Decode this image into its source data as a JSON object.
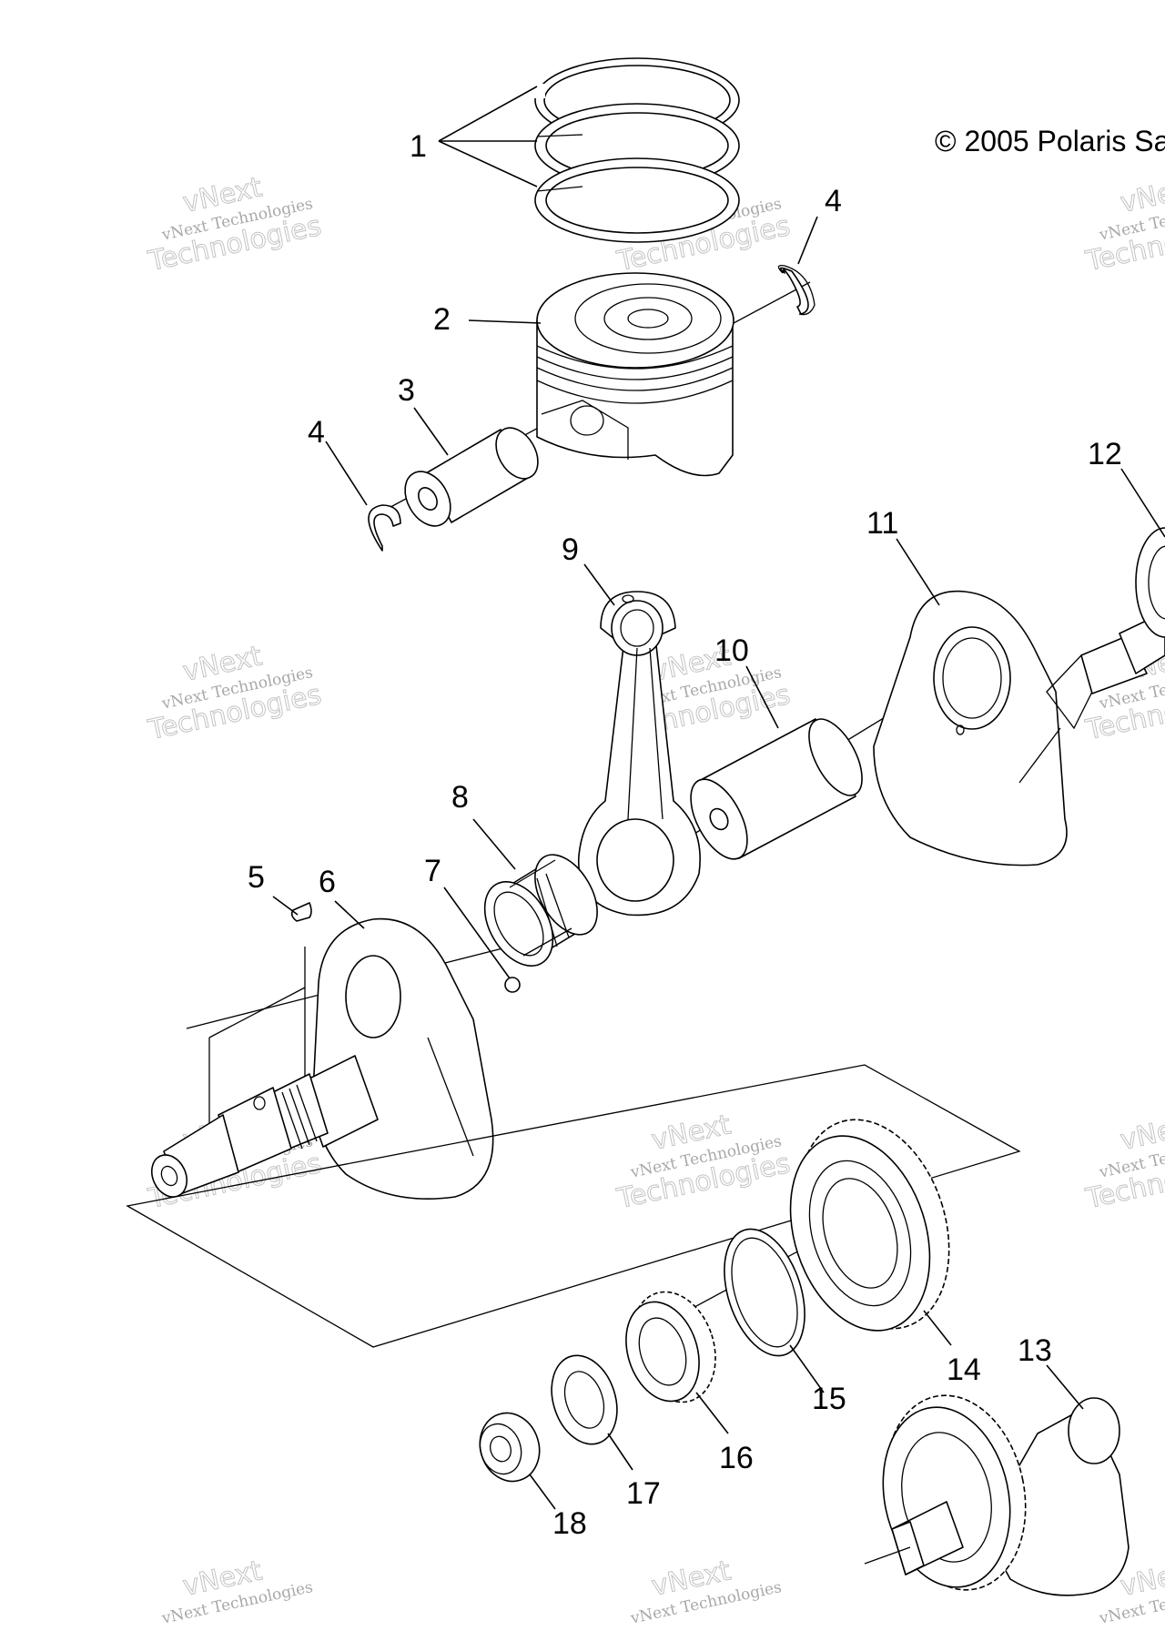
{
  "copyright": "© 2005 Polaris Sa",
  "watermark": {
    "small": "vNext Technologies",
    "big_line1": "vNext",
    "big_line2": "Technologies"
  },
  "callouts": [
    "1",
    "2",
    "3",
    "4",
    "4",
    "5",
    "6",
    "7",
    "8",
    "9",
    "10",
    "11",
    "12",
    "13",
    "14",
    "15",
    "16",
    "17",
    "18"
  ]
}
